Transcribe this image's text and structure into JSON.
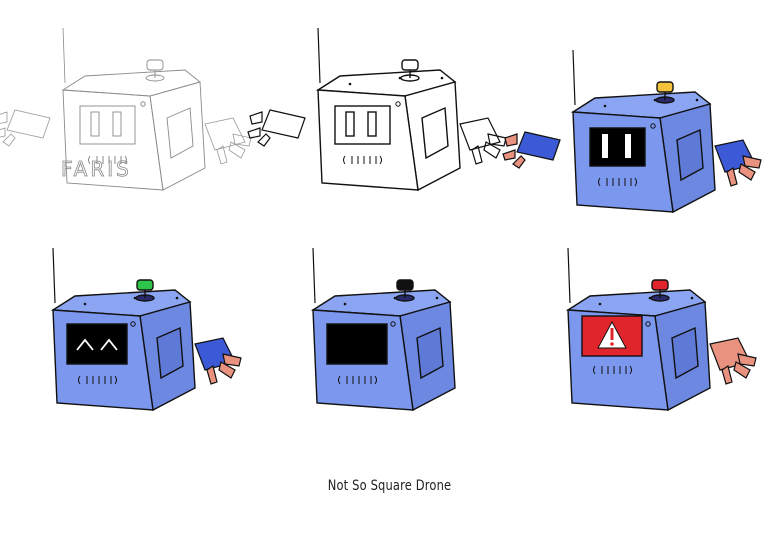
{
  "caption": "Not So Square Drone",
  "sketch_label": "FARIS",
  "colors": {
    "body": "#7b97ee",
    "body_side": "#6d88e0",
    "outline": "#111111",
    "arm_blue": "#3d5ad6",
    "claw_pink": "#e8927f",
    "screen": "#000000",
    "warning_red": "#e0262c"
  },
  "drones": [
    {
      "name": "sketch",
      "style": "sketch",
      "knob_color": "none",
      "face": "bars",
      "arms": "both"
    },
    {
      "name": "lineart",
      "style": "lineart",
      "knob_color": "none",
      "face": "bars",
      "arms": "both"
    },
    {
      "name": "yellow",
      "style": "color",
      "knob_color": "#f5c33b",
      "face": "bars",
      "arms": "both"
    },
    {
      "name": "green",
      "style": "color",
      "knob_color": "#2fc44a",
      "face": "happy",
      "arms": "right"
    },
    {
      "name": "black",
      "style": "color",
      "knob_color": "#111111",
      "face": "blank",
      "arms": "none"
    },
    {
      "name": "red",
      "style": "color",
      "knob_color": "#e0262c",
      "face": "warning",
      "arms": "right-pink"
    }
  ]
}
